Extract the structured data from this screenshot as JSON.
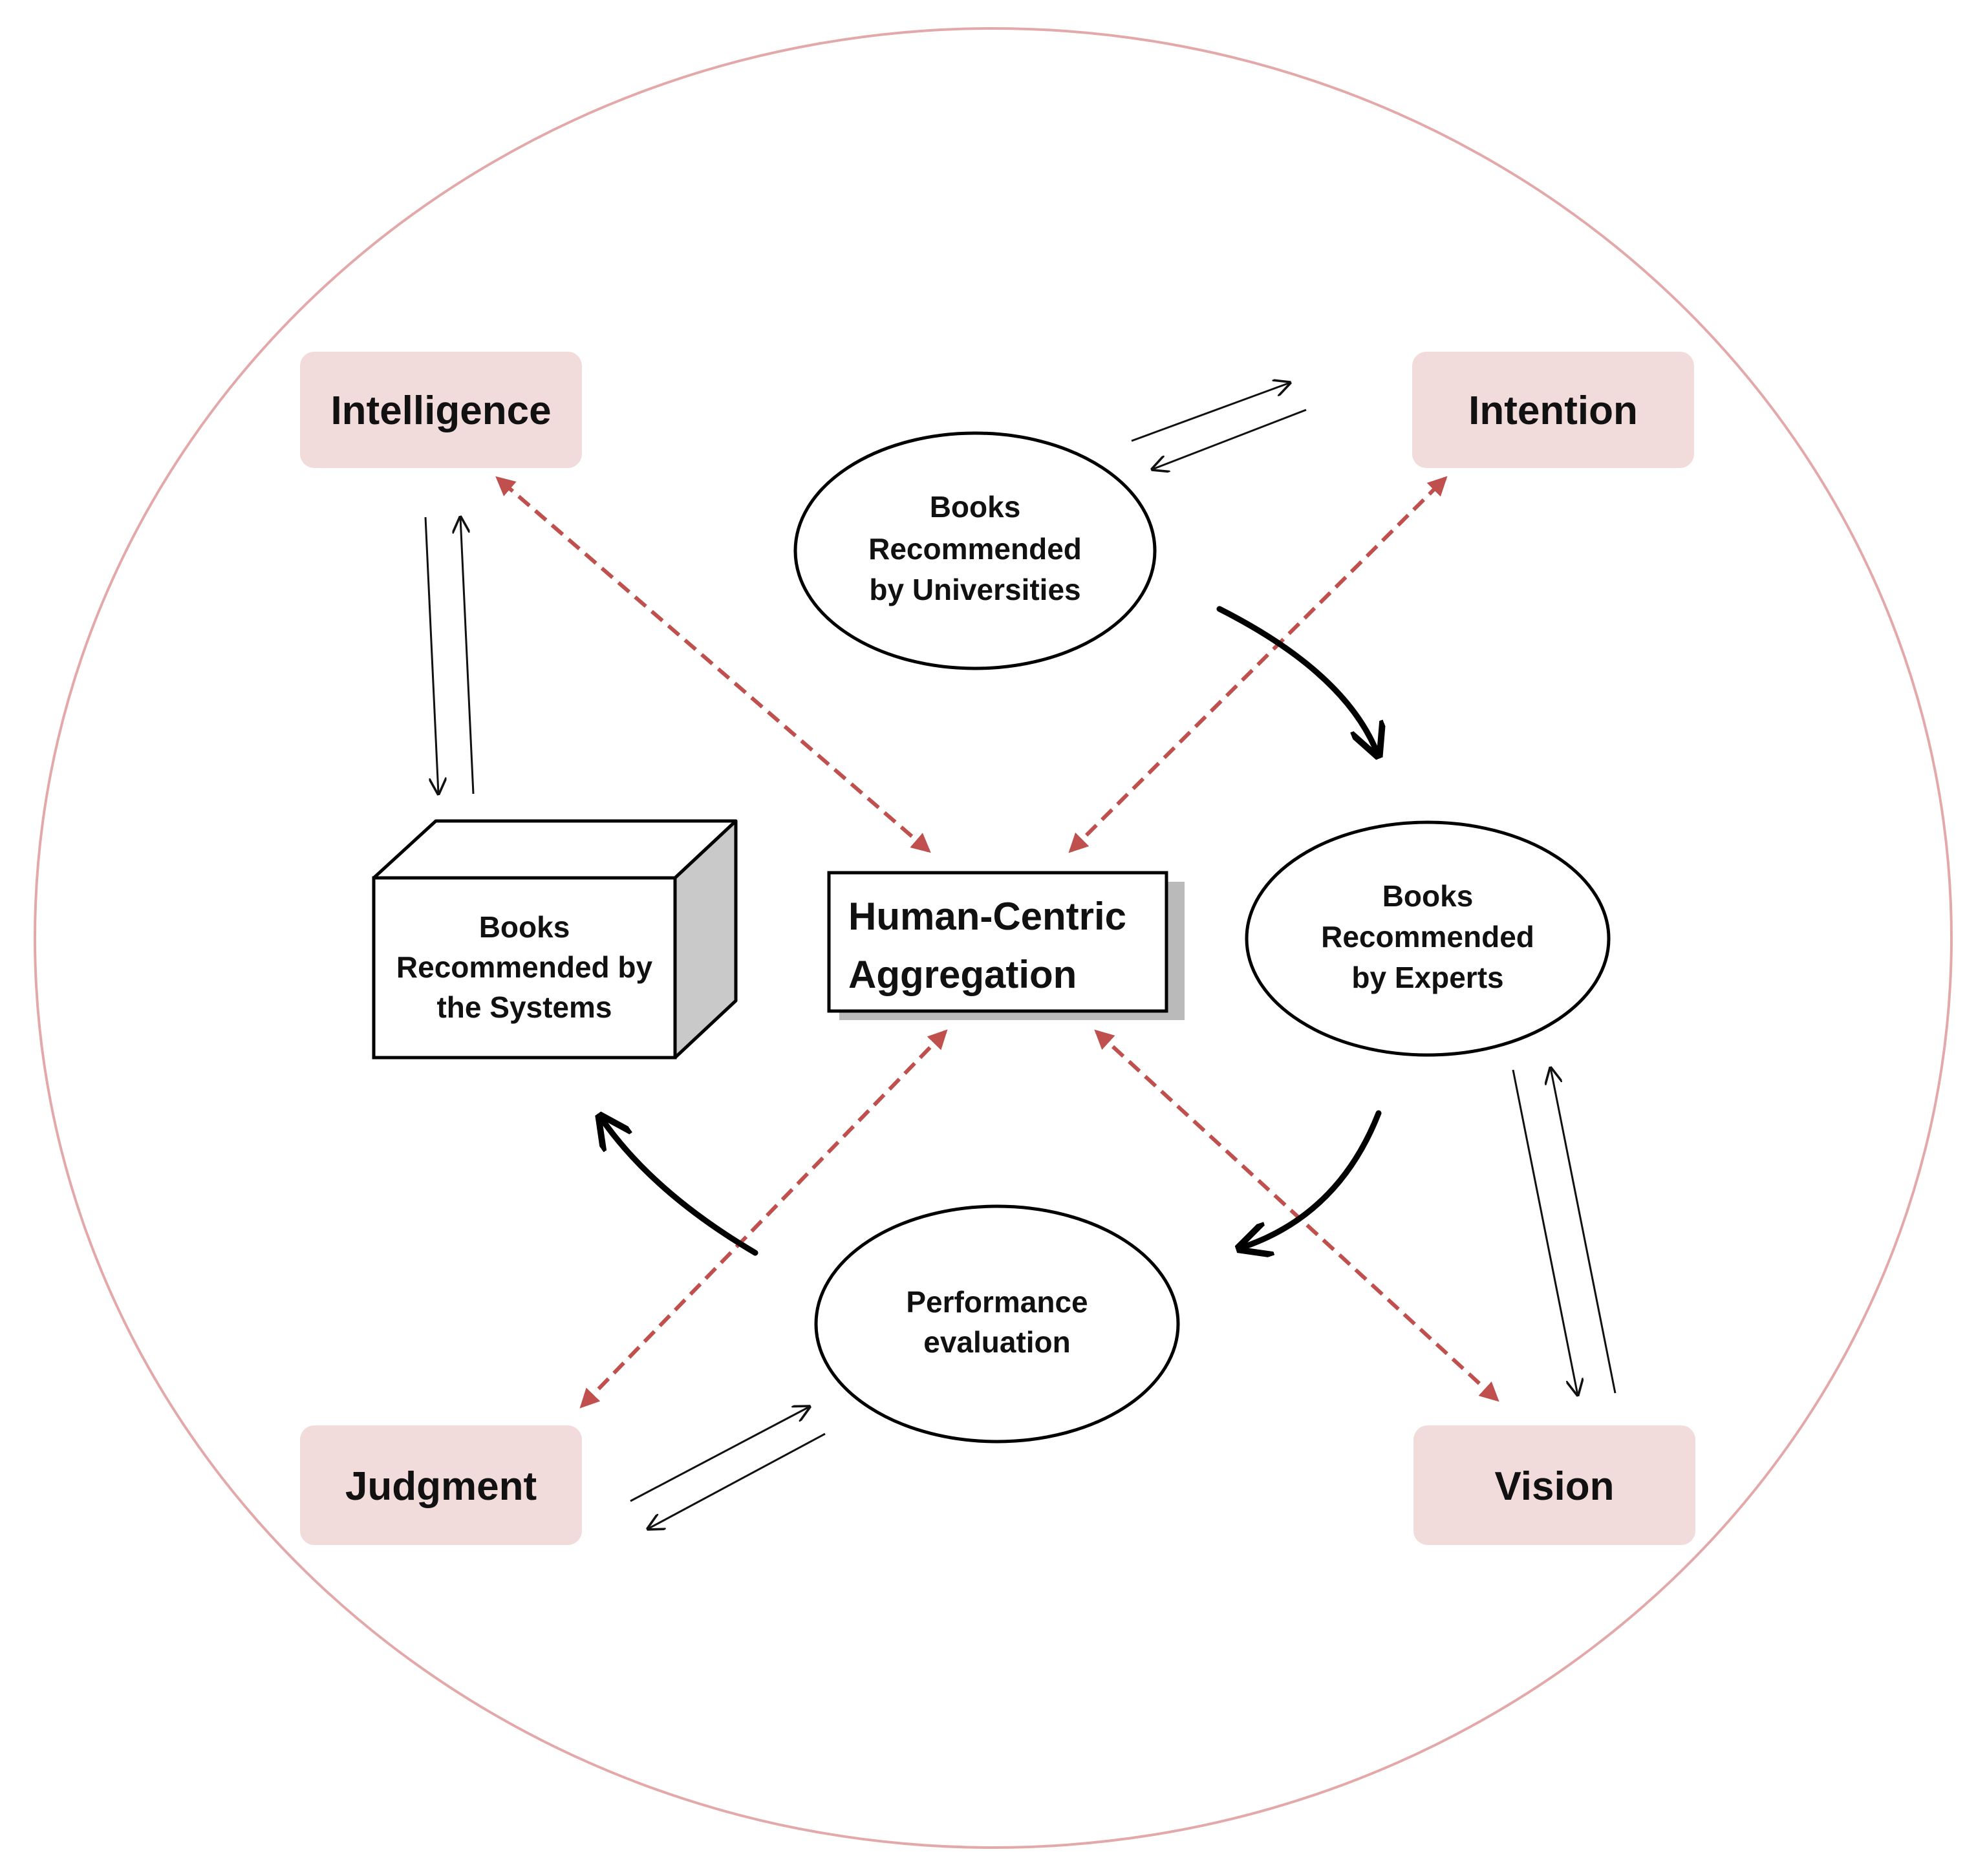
{
  "colors": {
    "circle_stroke": "#e3a9aa",
    "corner_box_fill": "#f2dcdb",
    "dashed_arrow": "#c0504d",
    "text": "#111111"
  },
  "corners": {
    "intelligence": "Intelligence",
    "intention": "Intention",
    "judgment": "Judgment",
    "vision": "Vision"
  },
  "center": {
    "line1": "Human-Centric",
    "line2": "Aggregation"
  },
  "nodes": {
    "universities": [
      "Books",
      "Recommended",
      "by Universities"
    ],
    "experts": [
      "Books",
      "Recommended",
      "by Experts"
    ],
    "performance": [
      "Performance",
      "evaluation"
    ],
    "systems": [
      "Books",
      "Recommended by",
      "the Systems"
    ]
  }
}
